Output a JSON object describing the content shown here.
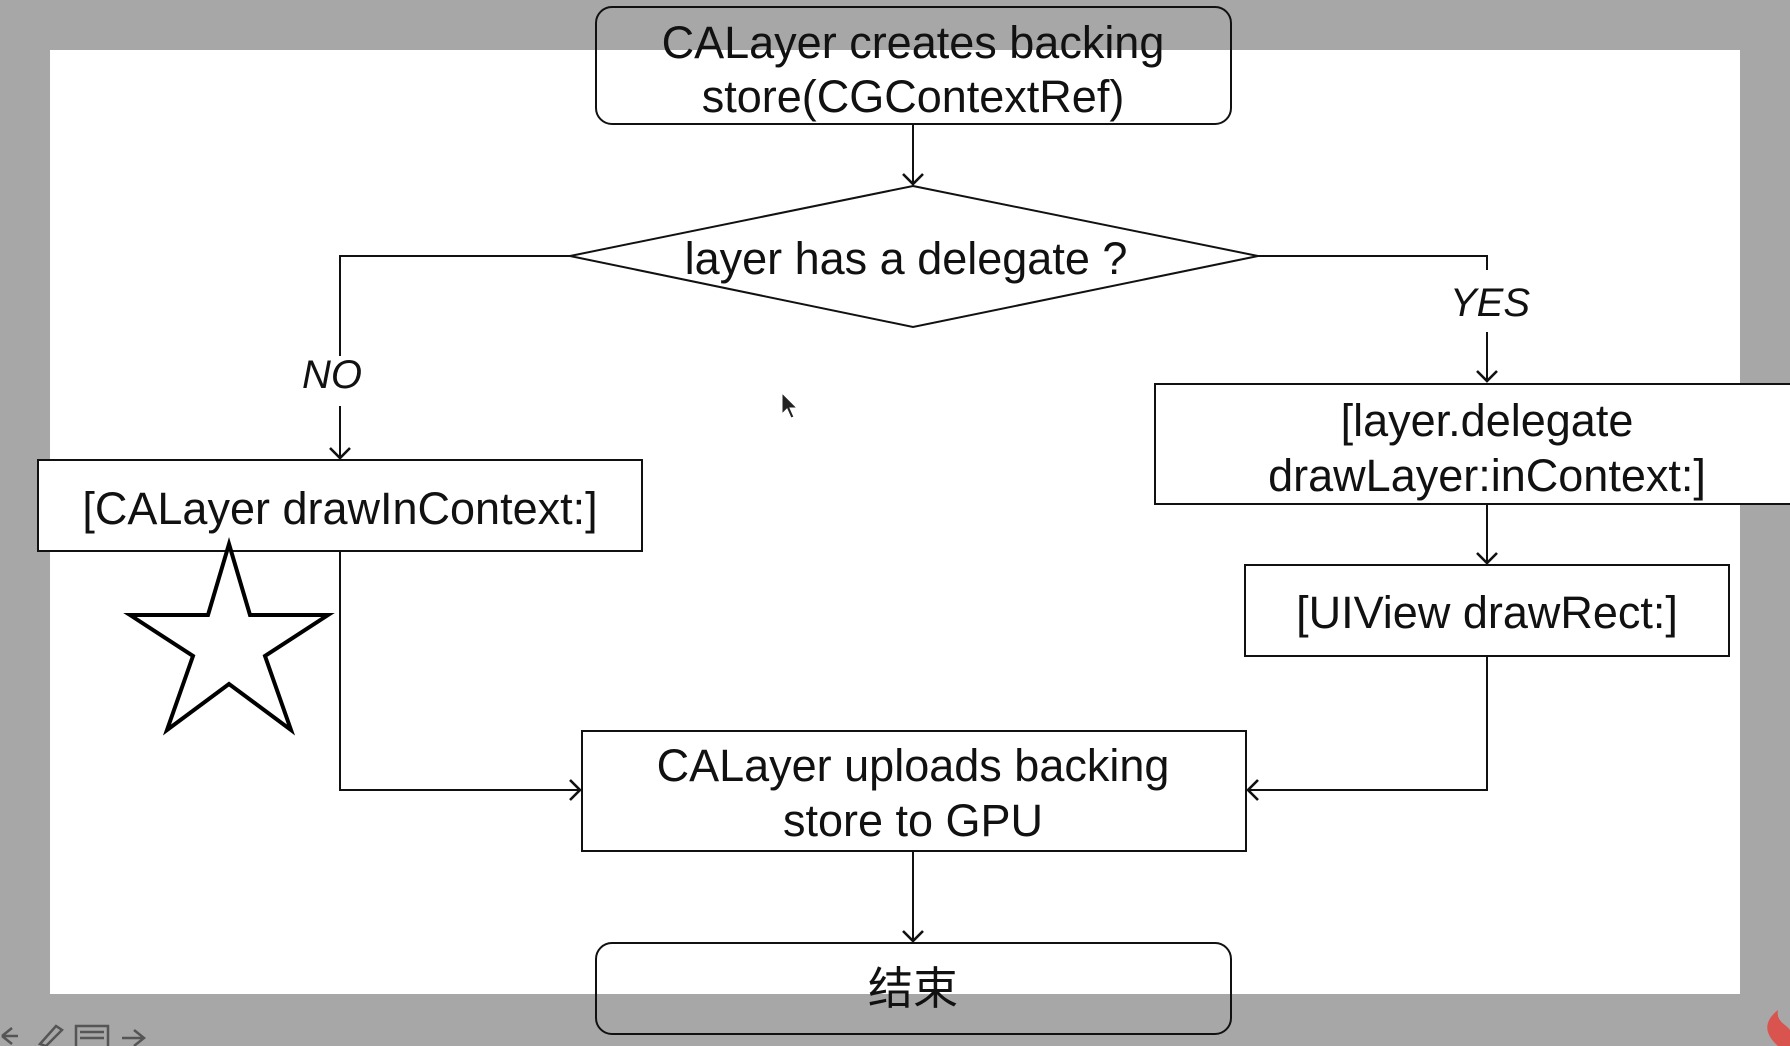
{
  "flowchart": {
    "start": {
      "lines": [
        "CALayer creates backing",
        "store(CGContextRef)"
      ]
    },
    "decision": {
      "label": "layer has a delegate ?"
    },
    "branch_no": {
      "label": "NO"
    },
    "branch_yes": {
      "label": "YES"
    },
    "no_action": {
      "label": "[CALayer drawInContext:]"
    },
    "yes_action": {
      "lines": [
        "[layer.delegate",
        "drawLayer:inContext:]"
      ]
    },
    "uiview_draw": {
      "label": "[UIView drawRect:]",
      "color": "#8e1a4a"
    },
    "upload": {
      "lines": [
        "CALayer uploads backing",
        "store to GPU"
      ]
    },
    "end": {
      "label": "结束"
    }
  },
  "annotation": {
    "icon": "star-outline-icon"
  },
  "player_toolbar": {
    "icons": [
      "back-arrow-icon",
      "pen-icon",
      "menu-icon",
      "forward-arrow-icon"
    ],
    "brand_icon": "flame-icon"
  }
}
